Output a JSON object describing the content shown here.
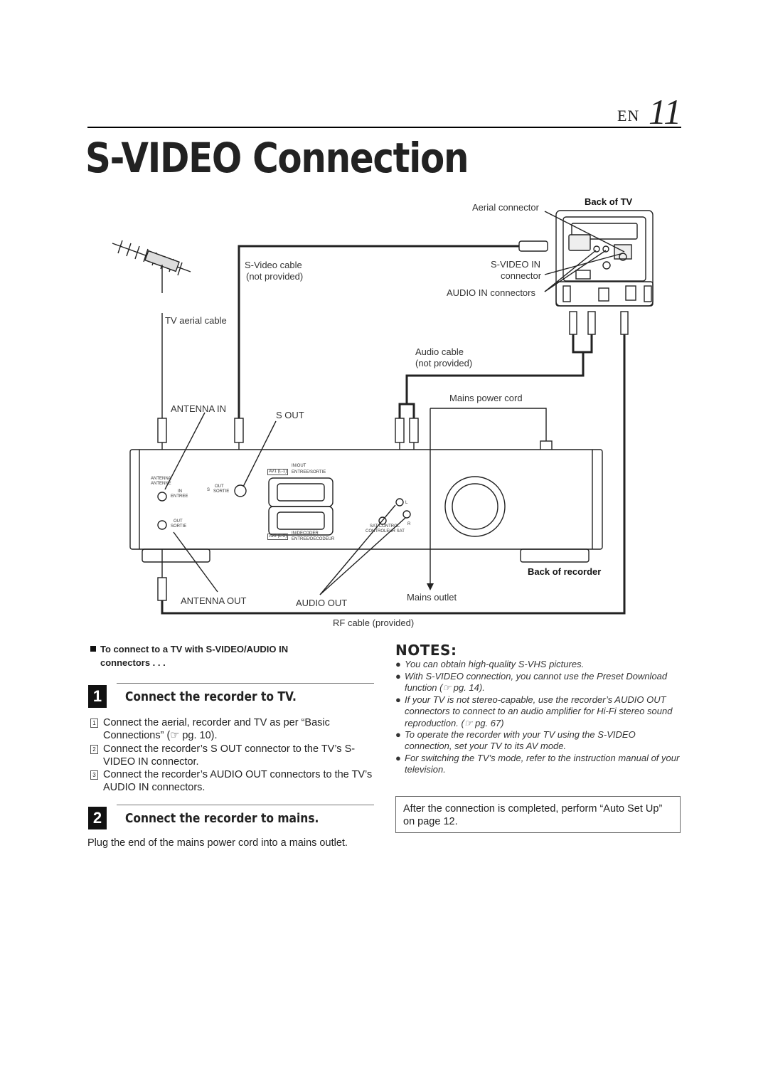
{
  "header": {
    "lang": "EN",
    "page_number": "11"
  },
  "title": "S-VIDEO Connection",
  "diagram": {
    "back_of_tv": "Back of TV",
    "aerial_connector": "Aerial connector",
    "svideo_cable": [
      "S-Video cable",
      "(not provided)"
    ],
    "svideo_in": [
      "S-VIDEO IN",
      "connector"
    ],
    "audio_in_connectors": "AUDIO IN connectors",
    "tv_aerial_cable": "TV aerial cable",
    "audio_cable": [
      "Audio cable",
      "(not provided)"
    ],
    "mains_power_cord": "Mains power cord",
    "antenna_in": "ANTENNA IN",
    "s_out": "S OUT",
    "back_of_recorder": "Back of recorder",
    "antenna_out": "ANTENNA OUT",
    "audio_out": "AUDIO OUT",
    "mains_outlet": "Mains outlet",
    "rf_cable": "RF cable (provided)",
    "panel": {
      "antenna": "ANTENNA",
      "antenne": "ANTENNE",
      "in": "IN",
      "entree": "ENTREE",
      "out": "OUT",
      "sortie": "SORTIE",
      "s": "S",
      "av1": "AV1 (L-1)",
      "in_out": "IN/OUT",
      "entree_sortie": "ENTREE/SORTIE",
      "av2": "AV2 (L-2)",
      "in_decoder": "IN/DECODER",
      "entree_decodeur": "ENTREE/DECODEUR",
      "sat_control": "SAT CONTROL",
      "controleur_sat": "CONTROLEUR SAT",
      "l": "L",
      "r": "R"
    }
  },
  "intro": [
    "To connect to a TV with S-VIDEO/AUDIO IN",
    "connectors . . ."
  ],
  "step1": {
    "num": "1",
    "heading": "Connect the recorder to TV.",
    "items": [
      {
        "n": "1",
        "text": "Connect the aerial, recorder and TV as per “Basic Connections” (☞ pg. 10)."
      },
      {
        "n": "2",
        "text": "Connect the recorder’s S OUT connector to the TV’s S-VIDEO IN connector."
      },
      {
        "n": "3",
        "text": "Connect the recorder’s AUDIO OUT connectors to the TV’s AUDIO IN connectors."
      }
    ]
  },
  "step2": {
    "num": "2",
    "heading": "Connect the recorder to mains.",
    "text": "Plug the end of the mains power cord into a mains outlet."
  },
  "notes": {
    "title": "NOTES:",
    "items": [
      "You can obtain high-quality S-VHS pictures.",
      "With S-VIDEO connection, you cannot use the Preset Download function (☞ pg. 14).",
      "If your TV is not stereo-capable, use the recorder’s AUDIO OUT connectors to connect to an audio amplifier for Hi-Fi stereo sound reproduction. (☞ pg. 67)",
      "To operate the recorder with your TV using the S-VIDEO connection, set your TV to its AV mode.",
      "For switching the TV’s mode, refer to the instruction manual of your television."
    ]
  },
  "after_box": "After the connection is completed, perform “Auto Set Up” on page 12."
}
